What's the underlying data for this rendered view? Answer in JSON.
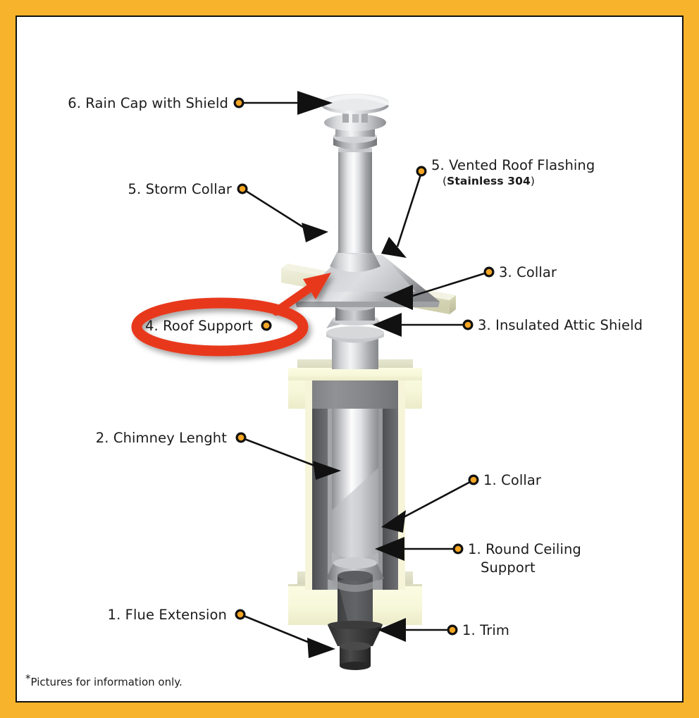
{
  "page": {
    "border_color": "#F7B32B",
    "inner_border_color": "#111111",
    "background": "#ffffff",
    "marker_color": "#F5A623",
    "highlight_color": "#E8391B"
  },
  "footnote": {
    "star": "*",
    "text": "Pictures for information only."
  },
  "labels": {
    "rain_cap": "6. Rain Cap with Shield",
    "storm_collar": "5. Storm Collar",
    "vented_roof_flashing": "5. Vented Roof Flashing",
    "vented_roof_flashing_material_open": "(",
    "vented_roof_flashing_material": "Stainless 304",
    "vented_roof_flashing_material_close": ")",
    "collar_3": "3. Collar",
    "roof_support": "4. Roof Support",
    "insulated_attic_shield": "3. Insulated Attic Shield",
    "chimney_lenght": "2. Chimney Lenght",
    "collar_1": "1. Collar",
    "round_ceiling_support_line1": "1. Round Ceiling",
    "round_ceiling_support_line2": "Support",
    "flue_extension": "1. Flue Extension",
    "trim": "1. Trim"
  },
  "illustration": {
    "title": "insulated-chimney-cutaway",
    "parts": [
      "rain-cap-with-shield",
      "upper-chimney-pipe",
      "storm-collar",
      "vented-roof-flashing",
      "roof-deck",
      "collar-3",
      "insulated-attic-shield",
      "upper-ceiling-slab",
      "chimney-length-outer-casing",
      "chimney-length-inner-liner",
      "collar-1",
      "round-ceiling-support",
      "lower-ceiling-slab",
      "flue-extension",
      "trim"
    ]
  }
}
